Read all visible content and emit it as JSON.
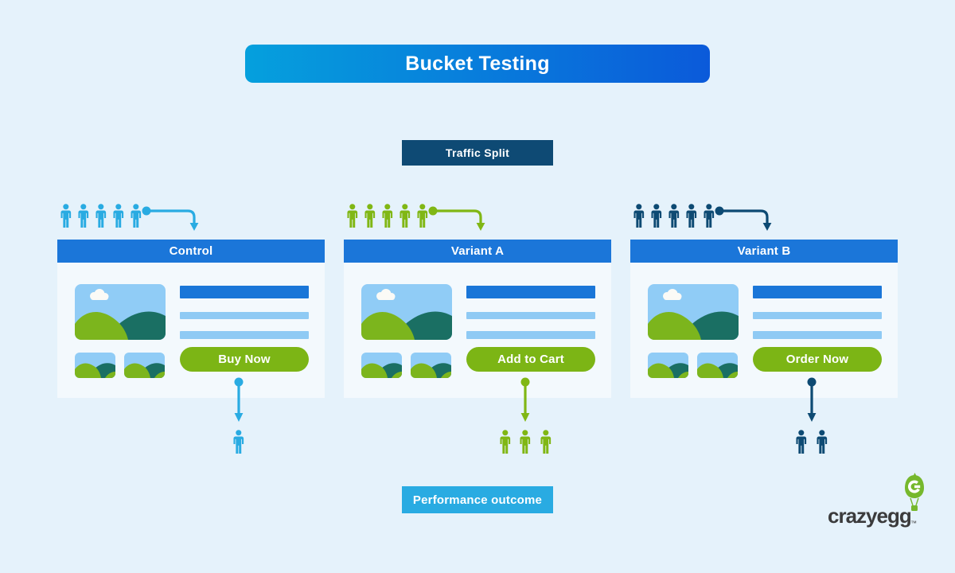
{
  "canvas": {
    "background": "#e5f2fb"
  },
  "title": {
    "label": "Bucket Testing",
    "gradient_left": "#05a0dd",
    "gradient_right": "#0b5ada"
  },
  "traffic_split": {
    "label": "Traffic Split",
    "background": "#0e4a74"
  },
  "performance_outcome": {
    "label": "Performance outcome",
    "background": "#29abe2"
  },
  "variants": [
    {
      "name": "Control",
      "cta_label": "Buy Now",
      "audience_count": 5,
      "outcome_count": 1,
      "color": "#29abe2"
    },
    {
      "name": "Variant A",
      "cta_label": "Add to Cart",
      "audience_count": 5,
      "outcome_count": 3,
      "color": "#80b714"
    },
    {
      "name": "Variant B",
      "cta_label": "Order Now",
      "audience_count": 5,
      "outcome_count": 2,
      "color": "#0d4a73"
    }
  ],
  "card": {
    "header_background": "#1b76d9",
    "body_background": "#f3f9fd",
    "headline_bar_color": "#1a76d8",
    "text_bar_color": "#8fcaf4",
    "cta_background": "#7cb515"
  },
  "logo": {
    "wordmark": "crazyegg",
    "tm": "™",
    "egg_color": "#76b82c",
    "text_color": "#3b3b3c"
  }
}
